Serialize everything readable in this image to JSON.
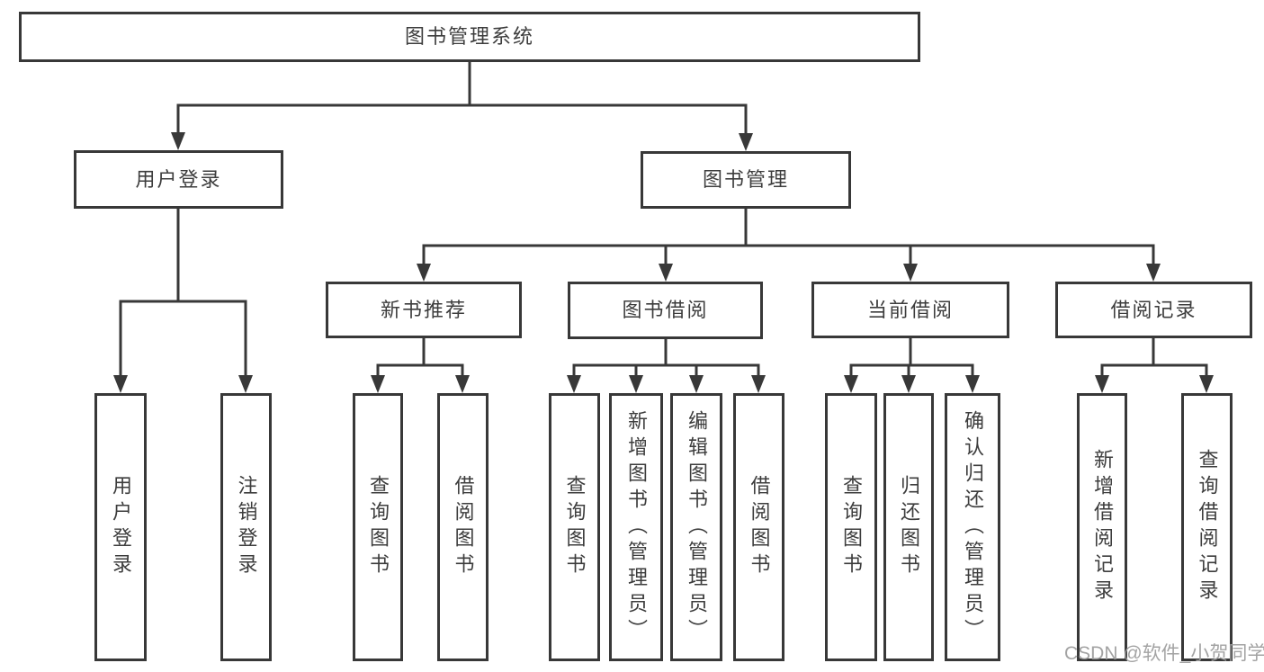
{
  "tree": {
    "root": {
      "label": "图书管理系统",
      "children": [
        {
          "label": "用户登录",
          "children": [
            {
              "label": "用户登录"
            },
            {
              "label": "注销登录"
            }
          ]
        },
        {
          "label": "图书管理",
          "children": [
            {
              "label": "新书推荐",
              "children": [
                {
                  "label": "查询图书"
                },
                {
                  "label": "借阅图书"
                }
              ]
            },
            {
              "label": "图书借阅",
              "children": [
                {
                  "label": "查询图书"
                },
                {
                  "label": "新增图书（管理员）"
                },
                {
                  "label": "编辑图书（管理员）"
                },
                {
                  "label": "借阅图书"
                }
              ]
            },
            {
              "label": "当前借阅",
              "children": [
                {
                  "label": "查询图书"
                },
                {
                  "label": "归还图书"
                },
                {
                  "label": "确认归还（管理员）"
                }
              ]
            },
            {
              "label": "借阅记录",
              "children": [
                {
                  "label": "新增借阅记录"
                },
                {
                  "label": "查询借阅记录"
                }
              ]
            }
          ]
        }
      ]
    }
  },
  "watermark": {
    "text": "CSDN @软件_小贺同学"
  },
  "colors": {
    "line": "#383838",
    "text": "#3d3d3d",
    "watermark": "#9e9e9e",
    "background": "#ffffff"
  }
}
